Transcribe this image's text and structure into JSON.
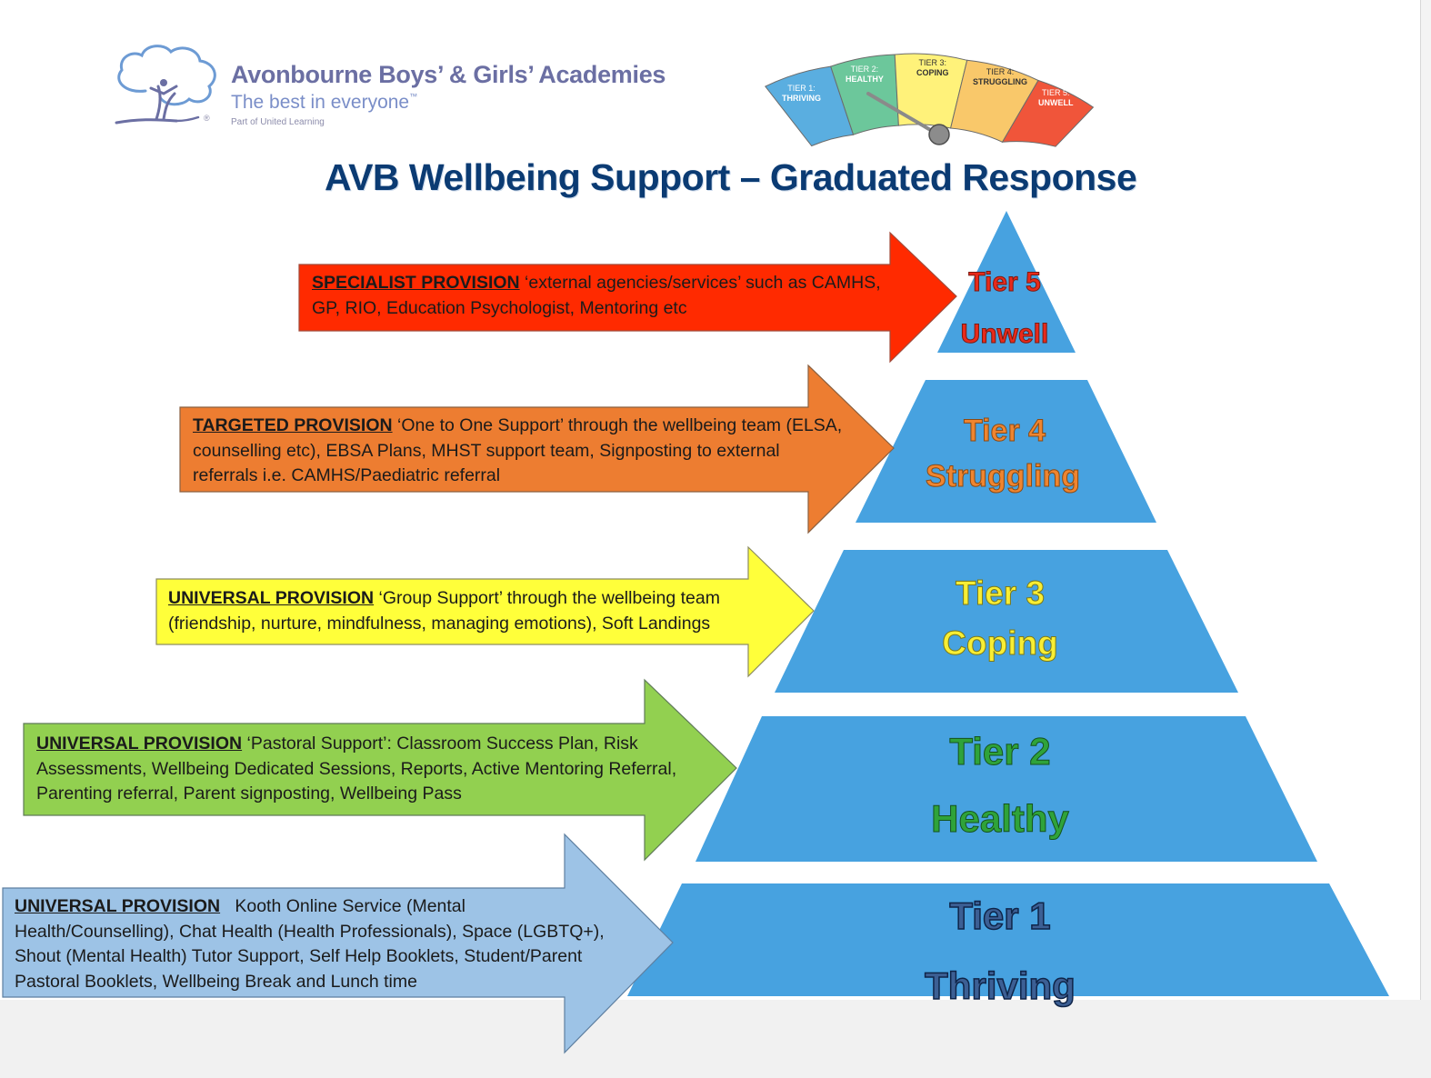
{
  "logo": {
    "name": "Avonbourne Boys’ & Girls’ Academies",
    "tagline": "The best in everyone",
    "trademark": "™",
    "sub": "Part of United Learning",
    "registered": "®"
  },
  "title": "AVB Wellbeing Support – Graduated Response",
  "gauge": {
    "segments": [
      {
        "line1": "TIER 1:",
        "line2": "THRIVING",
        "color": "#5aaee0"
      },
      {
        "line1": "TIER 2:",
        "line2": "HEALTHY",
        "color": "#6cc79b"
      },
      {
        "line1": "TIER 3:",
        "line2": "COPING",
        "color": "#fff27a"
      },
      {
        "line1": "TIER 4:",
        "line2": "STRUGGLING",
        "color": "#f9c86a"
      },
      {
        "line1": "TIER 5:",
        "line2": "UNWELL",
        "color": "#f0553a"
      }
    ]
  },
  "provisions": [
    {
      "id": "5",
      "heading": "SPECIALIST PROVISION",
      "text": " ‘external agencies/services’ such as CAMHS, GP, RIO, Education Psychologist, Mentoring etc",
      "color": "#ff2a00"
    },
    {
      "id": "4",
      "heading": "TARGETED PROVISION",
      "text": " ‘One to One Support’ through the wellbeing team (ELSA, counselling etc), EBSA Plans, MHST support team, Signposting to external referrals i.e. CAMHS/Paediatric referral",
      "color": "#ed7d31"
    },
    {
      "id": "3",
      "heading": "UNIVERSAL PROVISION",
      "text": " ‘Group Support’ through the wellbeing team (friendship, nurture, mindfulness, managing emotions), Soft Landings",
      "color": "#ffff3a"
    },
    {
      "id": "2",
      "heading": "UNIVERSAL PROVISION",
      "text": " ‘Pastoral Support’: Classroom Success Plan, Risk Assessments, Wellbeing Dedicated Sessions, Reports, Active Mentoring Referral, Parenting referral, Parent signposting, Wellbeing Pass",
      "color": "#92d050"
    },
    {
      "id": "1",
      "heading": "UNIVERSAL PROVISION",
      "text": "   Kooth Online Service (Mental Health/Counselling), Chat Health (Health Professionals), Space (LGBTQ+), Shout (Mental Health) Tutor Support, Self Help Booklets, Student/Parent Pastoral Booklets, Wellbeing Break and Lunch time",
      "color": "#9dc3e6"
    }
  ],
  "tiers": [
    {
      "id": "5",
      "tier": "Tier 5",
      "label": "Unwell"
    },
    {
      "id": "4",
      "tier": "Tier 4",
      "label": "Struggling"
    },
    {
      "id": "3",
      "tier": "Tier 3",
      "label": "Coping"
    },
    {
      "id": "2",
      "tier": "Tier 2",
      "label": "Healthy"
    },
    {
      "id": "1",
      "tier": "Tier 1",
      "label": "Thriving"
    }
  ],
  "pyramid_color": "#47a2e0"
}
